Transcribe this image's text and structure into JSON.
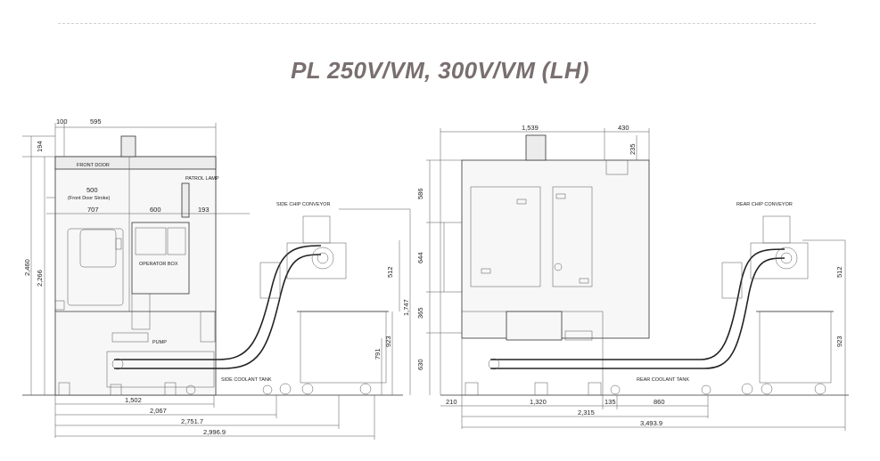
{
  "title": "PL 250V/VM, 300V/VM (LH)",
  "left_view": {
    "top_dims": [
      "100",
      "595"
    ],
    "left_dims": [
      "194",
      "2,460",
      "2,266"
    ],
    "labels": {
      "front_door": "FRONT DOOR",
      "patrol_lamp": "PATROL LAMP",
      "front_door_stroke_value": "500",
      "front_door_stroke_text": "(Front Door Stroke)",
      "operator_box": "OPERATOR BOX",
      "side_chip_conveyor": "SIDE CHIP CONVEYOR",
      "side_coolant_tank": "SIDE COOLANT TANK",
      "pump": "PUMP"
    },
    "inner_dims": [
      "707",
      "600",
      "193"
    ],
    "right_dims": [
      "512",
      "1,747",
      "923",
      "791"
    ],
    "bottom_dims": [
      "1,502",
      "2,067",
      "2,751.7",
      "2,996.9"
    ]
  },
  "right_view": {
    "top_dims": [
      "1,539",
      "430",
      "235"
    ],
    "left_dims": [
      "586",
      "644",
      "365",
      "630"
    ],
    "labels": {
      "rear_chip_conveyor": "REAR CHIP CONVEYOR",
      "rear_coolant_tank": "REAR COOLANT TANK"
    },
    "right_dims": [
      "512",
      "923"
    ],
    "bottom_dims": [
      "210",
      "1,320",
      "135",
      "860",
      "2,315",
      "3,493.9"
    ]
  }
}
